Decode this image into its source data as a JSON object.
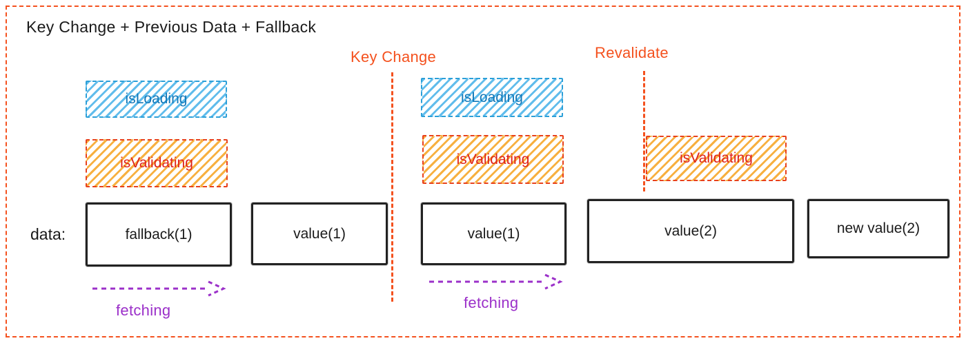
{
  "title": "Key Change + Previous Data + Fallback",
  "annotations": {
    "key_change": "Key Change",
    "revalidate": "Revalidate"
  },
  "loading_boxes": [
    {
      "label": "isLoading"
    },
    {
      "label": "isLoading"
    }
  ],
  "validating_boxes": [
    {
      "label": "isValidating"
    },
    {
      "label": "isValidating"
    },
    {
      "label": "isValidating"
    }
  ],
  "data_row": {
    "label": "data:",
    "boxes": [
      "fallback(1)",
      "value(1)",
      "value(1)",
      "value(2)",
      "new value(2)"
    ]
  },
  "fetching": [
    {
      "label": "fetching"
    },
    {
      "label": "fetching"
    }
  ],
  "colors": {
    "accent_orange": "#f4511e",
    "loading_text_blue": "#1278b8",
    "loading_hatch_blue": "#45b1e8",
    "validating_text_red": "#df231a",
    "validating_hatch_orange": "#f6a21e",
    "fetching_purple": "#9b30c9",
    "box_border_black": "#222222"
  }
}
